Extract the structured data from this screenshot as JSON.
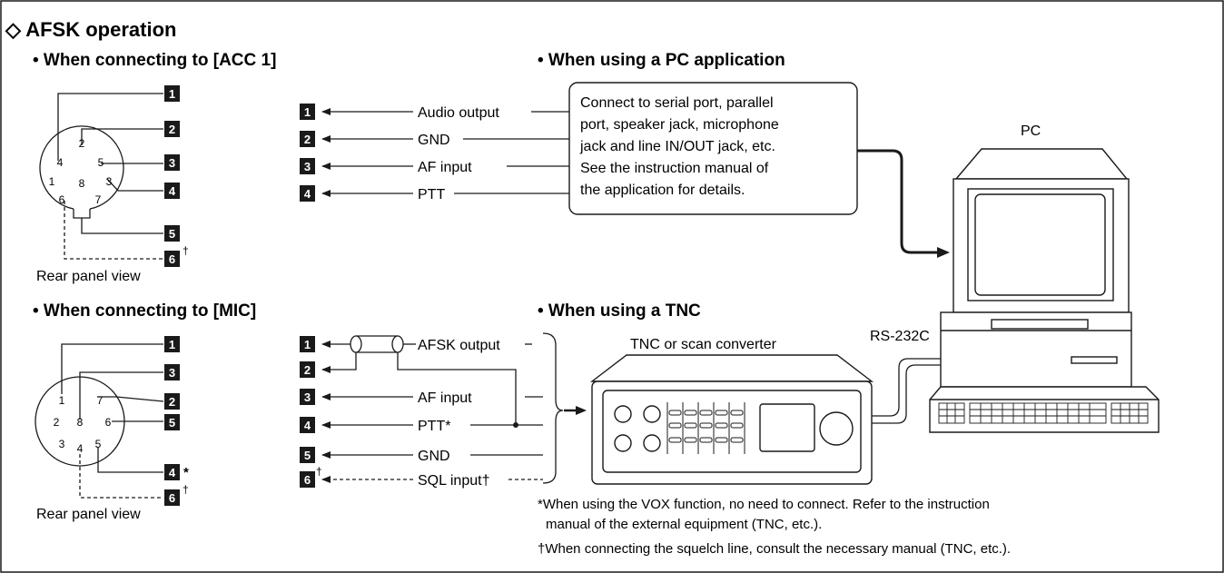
{
  "section_title": "◇ AFSK operation",
  "acc1": {
    "heading": "• When connecting to [ACC 1]",
    "caption": "Rear panel view",
    "pins": [
      "4",
      "2",
      "5",
      "1",
      "8",
      "3",
      "6",
      "7"
    ],
    "right_pins": [
      "1",
      "2",
      "3",
      "4",
      "5",
      "6"
    ],
    "dagger": "†"
  },
  "pc": {
    "heading": "• When using a PC application",
    "connections": [
      {
        "num": "1",
        "label": "Audio output"
      },
      {
        "num": "2",
        "label": "GND"
      },
      {
        "num": "3",
        "label": "AF input"
      },
      {
        "num": "4",
        "label": "PTT"
      }
    ],
    "note_lines": [
      "Connect to serial port, parallel",
      "port, speaker jack, microphone",
      "jack and line IN/OUT jack, etc.",
      "See the instruction manual of",
      "the application for details."
    ],
    "pc_label": "PC"
  },
  "mic": {
    "heading": "• When connecting to [MIC]",
    "caption": "Rear panel view",
    "pins": [
      "1",
      "7",
      "2",
      "8",
      "6",
      "3",
      "4",
      "5"
    ],
    "right_pins": [
      "1",
      "3",
      "2",
      "5",
      "4",
      "6"
    ],
    "star": "*",
    "dagger": "†"
  },
  "tnc": {
    "heading": "• When using a TNC",
    "connections": [
      {
        "num": "1",
        "label": "AFSK output"
      },
      {
        "num": "2",
        "label": ""
      },
      {
        "num": "3",
        "label": "AF input"
      },
      {
        "num": "4",
        "label": "PTT*"
      },
      {
        "num": "5",
        "label": "GND"
      },
      {
        "num": "6",
        "label": "SQL input†"
      }
    ],
    "dagger": "†",
    "device_label": "TNC or scan converter",
    "rs232_label": "RS-232C"
  },
  "footnotes": [
    "*When using the VOX function, no need to connect. Refer to the instruction",
    "manual of the external equipment (TNC, etc.).",
    "†When connecting the squelch line, consult the necessary manual (TNC, etc.)."
  ]
}
